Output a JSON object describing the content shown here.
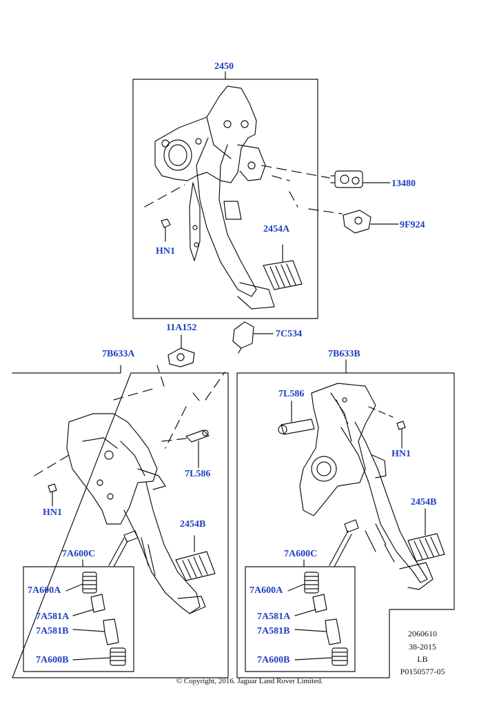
{
  "labels": {
    "l2450": "2450",
    "l13480": "13480",
    "l9F924": "9F924",
    "l2454A": "2454A",
    "lHN1_top": "HN1",
    "l11A152": "11A152",
    "l7C534": "7C534",
    "l7B633A": "7B633A",
    "l7B633B": "7B633B",
    "l7L586_left": "7L586",
    "l7L586_right": "7L586",
    "lHN1_left": "HN1",
    "lHN1_right": "HN1",
    "l2454B_left": "2454B",
    "l2454B_right": "2454B",
    "l7A600C_left": "7A600C",
    "l7A600C_right": "7A600C",
    "l7A600A_left": "7A600A",
    "l7A600A_right": "7A600A",
    "l7A581A_left": "7A581A",
    "l7A581A_right": "7A581A",
    "l7A581B_left": "7A581B",
    "l7A581B_right": "7A581B",
    "l7A600B_left": "7A600B",
    "l7A600B_right": "7A600B"
  },
  "meta": {
    "line1": "2060610",
    "line2": "38-2015",
    "line3": "LB",
    "line4": "P0150577-05"
  },
  "copyright": "© Copyright, 2016. Jaguar Land Rover Limited.",
  "colors": {
    "label": "#1f3fbf",
    "line": "#111111"
  }
}
